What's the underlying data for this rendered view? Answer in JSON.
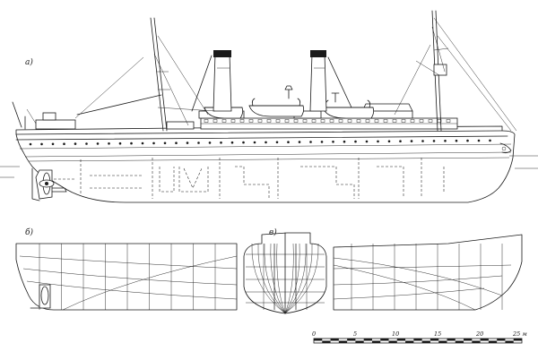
{
  "views": {
    "profile_label": "а)",
    "lines_label": "б)",
    "body_plan_label": "в)"
  },
  "scale_bar": {
    "ticks": [
      "0",
      "5",
      "10",
      "15",
      "20",
      "25 м"
    ]
  }
}
